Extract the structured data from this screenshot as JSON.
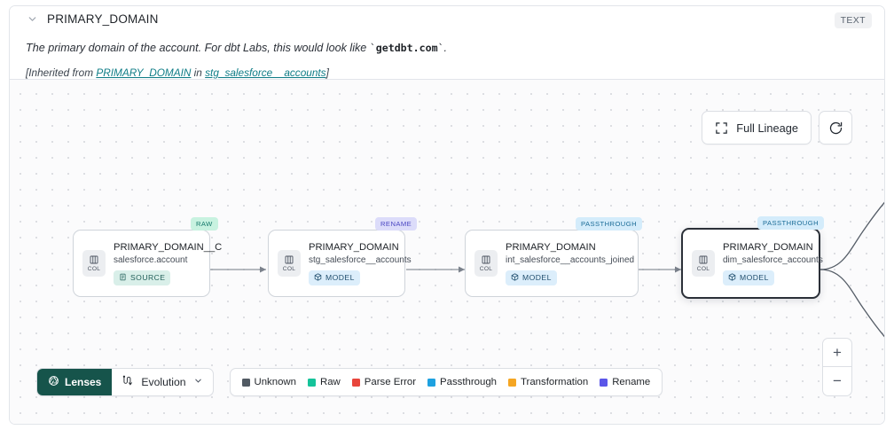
{
  "header": {
    "collapse_icon": "chevron-down-icon",
    "title": "PRIMARY_DOMAIN",
    "type_badge": "TEXT",
    "description_pre": "The primary domain of the account. For dbt Labs, this would look like ",
    "description_code": "getdbt.com",
    "description_post": ".",
    "inherited_prefix": "[Inherited from ",
    "inherited_column_link": "PRIMARY_DOMAIN",
    "inherited_middle": " in ",
    "inherited_model_link": "stg_salesforce__accounts",
    "inherited_suffix": "]"
  },
  "canvas": {
    "full_lineage_label": "Full Lineage",
    "refresh_label": "",
    "zoom_in_label": "+",
    "zoom_out_label": "−"
  },
  "graph": {
    "nodes": [
      {
        "name": "PRIMARY_DOMAIN__C",
        "source": "salesforce.account",
        "kind": "SOURCE",
        "kind_icon": "document-icon",
        "tag": "RAW",
        "tag_color": "#14796a",
        "selected": false
      },
      {
        "name": "PRIMARY_DOMAIN",
        "source": "stg_salesforce__accounts",
        "kind": "MODEL",
        "kind_icon": "cube-icon",
        "tag": "RENAME",
        "tag_color": "#4a46c2",
        "selected": false
      },
      {
        "name": "PRIMARY_DOMAIN",
        "source": "int_salesforce__accounts_joined",
        "kind": "MODEL",
        "kind_icon": "cube-icon",
        "tag": "PASSTHROUGH",
        "tag_color": "#1b6c97",
        "selected": false
      },
      {
        "name": "PRIMARY_DOMAIN",
        "source": "dim_salesforce_accounts",
        "kind": "MODEL",
        "kind_icon": "cube-icon",
        "tag": "PASSTHROUGH",
        "tag_color": "#1b6c97",
        "selected": true
      }
    ],
    "column_badge_label": "COL"
  },
  "bottom": {
    "lenses_label": "Lenses",
    "evolution_label": "Evolution",
    "legend": [
      {
        "label": "Unknown",
        "color": "#515a63"
      },
      {
        "label": "Raw",
        "color": "#15c39a"
      },
      {
        "label": "Parse Error",
        "color": "#e8453c"
      },
      {
        "label": "Passthrough",
        "color": "#1ea1e0"
      },
      {
        "label": "Transformation",
        "color": "#f5a623"
      },
      {
        "label": "Rename",
        "color": "#5b56e8"
      }
    ]
  }
}
